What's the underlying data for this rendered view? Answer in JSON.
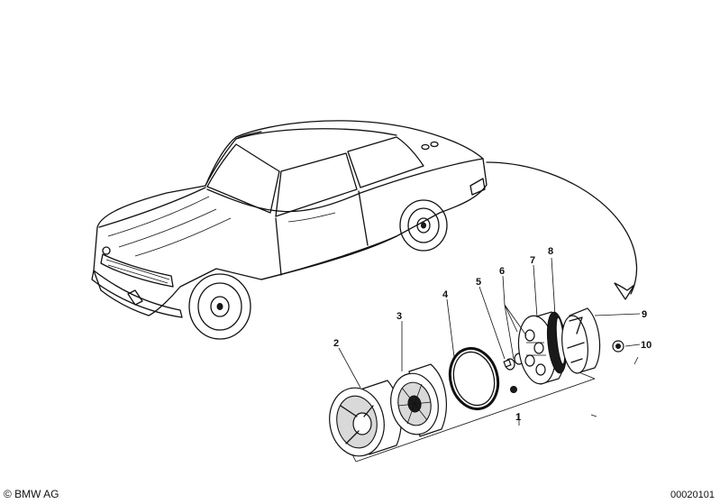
{
  "callouts": {
    "c1": "1",
    "c2": "2",
    "c3": "3",
    "c4": "4",
    "c5": "5",
    "c6": "6",
    "c7": "7",
    "c8": "8",
    "c9": "9",
    "c10": "10"
  },
  "footer": {
    "copyright": "© BMW AG",
    "doc_number": "00020101"
  }
}
